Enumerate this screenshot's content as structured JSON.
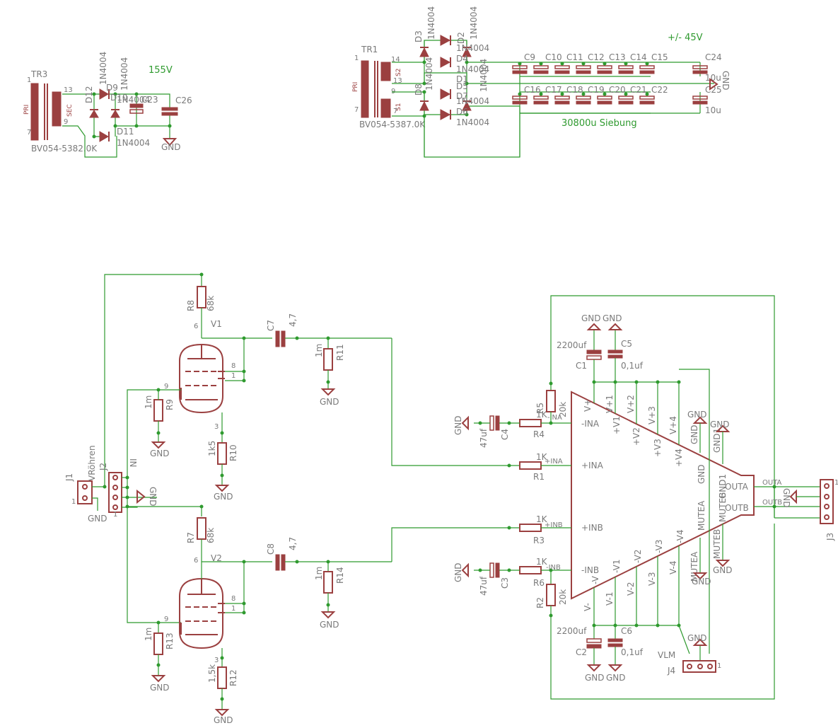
{
  "notes": {
    "v155": "155V",
    "v45": "+/- 45V",
    "siebung": "30800u Siebung"
  },
  "psu": {
    "tr3": {
      "name": "TR3",
      "part": "BV054-5382.0K",
      "pri": "PRI",
      "sec": "SEC",
      "pin_pri_top": "1",
      "pin_pri_bot": "7",
      "pin_sec_top": "13",
      "pin_sec_bot": "9"
    },
    "tr1": {
      "name": "TR1",
      "part": "BV054-5387.0K",
      "pri": "PRI",
      "s1": "S1",
      "s2": "S2",
      "pin_pri_top": "1",
      "pin_pri_bot": "7",
      "pin_s2_top": "14",
      "pin_s2_bot": "13",
      "pin_s1_top": "9",
      "pin_s1_bot": "7"
    },
    "d12": "D12",
    "d9": "D9",
    "d10": "D10",
    "d11": "D11",
    "d3": "D3",
    "d2": "D2",
    "d4": "D4",
    "d1": "D1",
    "d8": "D8",
    "d5": "D5",
    "d6": "D6",
    "d7": "D7",
    "diode": "1N4004",
    "c23": "C23",
    "c26": "C26",
    "caps_top": [
      "C9",
      "C10",
      "C11",
      "C12",
      "C13",
      "C14",
      "C15"
    ],
    "caps_bot": [
      "C16",
      "C17",
      "C18",
      "C19",
      "C20",
      "C21",
      "C22"
    ],
    "c24": "C24",
    "c25": "C25",
    "c24_val": "10u",
    "c25_val": "10u",
    "gnd": "GND"
  },
  "amp": {
    "v1": "V1",
    "v2": "V2",
    "r8": "R8",
    "r8_val": "68k",
    "r7": "R7",
    "r7_val": "68k",
    "r9": "R9",
    "r9_val": "1m",
    "r13": "R13",
    "r13_val": "1m",
    "r10": "R10",
    "r10_val": "1k5",
    "r12": "R12",
    "r12_val": "1,5k",
    "r11": "R11",
    "r11_val": "1m",
    "r14": "R14",
    "r14_val": "1m",
    "c7": "C7",
    "c7_val": "4,7",
    "c8": "C8",
    "c8_val": "4,7",
    "pin6": "6",
    "pin8": "8",
    "pin1": "1",
    "pin9": "9",
    "pin3": "3",
    "j1": "J1",
    "j1_label": "VRöhren",
    "j1_pin": "1",
    "j2": "J2",
    "j2_label": "IN",
    "j2_pin": "1",
    "j3": "J3",
    "j3_pin": "1",
    "j4": "J4",
    "j4_label": "VLM",
    "j4_pin": "1",
    "r1": "R1",
    "r1_val": "1K",
    "r3": "R3",
    "r3_val": "1K",
    "r4": "R4",
    "r4_val": "1K",
    "r6": "R6",
    "r6_val": "1K",
    "r5": "R5",
    "r5_val": "20k",
    "r2": "R2",
    "r2_val": "20k",
    "c1": "C1",
    "c1_val": "2200uf",
    "c5": "C5",
    "c5_val": "0,1uf",
    "c2": "C2",
    "c2_val": "2200uf",
    "c6": "C6",
    "c6_val": "0,1uf",
    "c4": "C4",
    "c4_val": "47uf",
    "c3": "C3",
    "c3_val": "47uf",
    "ic_pins_left": [
      "-INA",
      "+INA",
      "+INB",
      "-INB"
    ],
    "ic_pins_top": [
      "V+",
      "V+1",
      "+V1",
      "V+2",
      "+V2",
      "V+3",
      "+V3",
      "V+4",
      "+V4",
      "GND",
      "GND1"
    ],
    "ic_pins_bottom": [
      "V-",
      "-V",
      "V-1",
      "-V1",
      "V-2",
      "-V2",
      "V-3",
      "-V3",
      "V-4",
      "-V4",
      "MUTEA",
      "MUTEB"
    ],
    "ic_inner_left": [
      "-INA",
      "+INA",
      "+INB",
      "-INB"
    ],
    "ic_right": [
      "OUTA",
      "OUTB",
      "GND",
      "GND1",
      "MUTEA",
      "MUTEB"
    ],
    "net_outa": "OUTA",
    "net_outb": "OUTB",
    "gnd": "GND"
  },
  "colors": {
    "wire": "#2f9a2f",
    "component": "#9b4040",
    "label": "#7a7a7a"
  }
}
